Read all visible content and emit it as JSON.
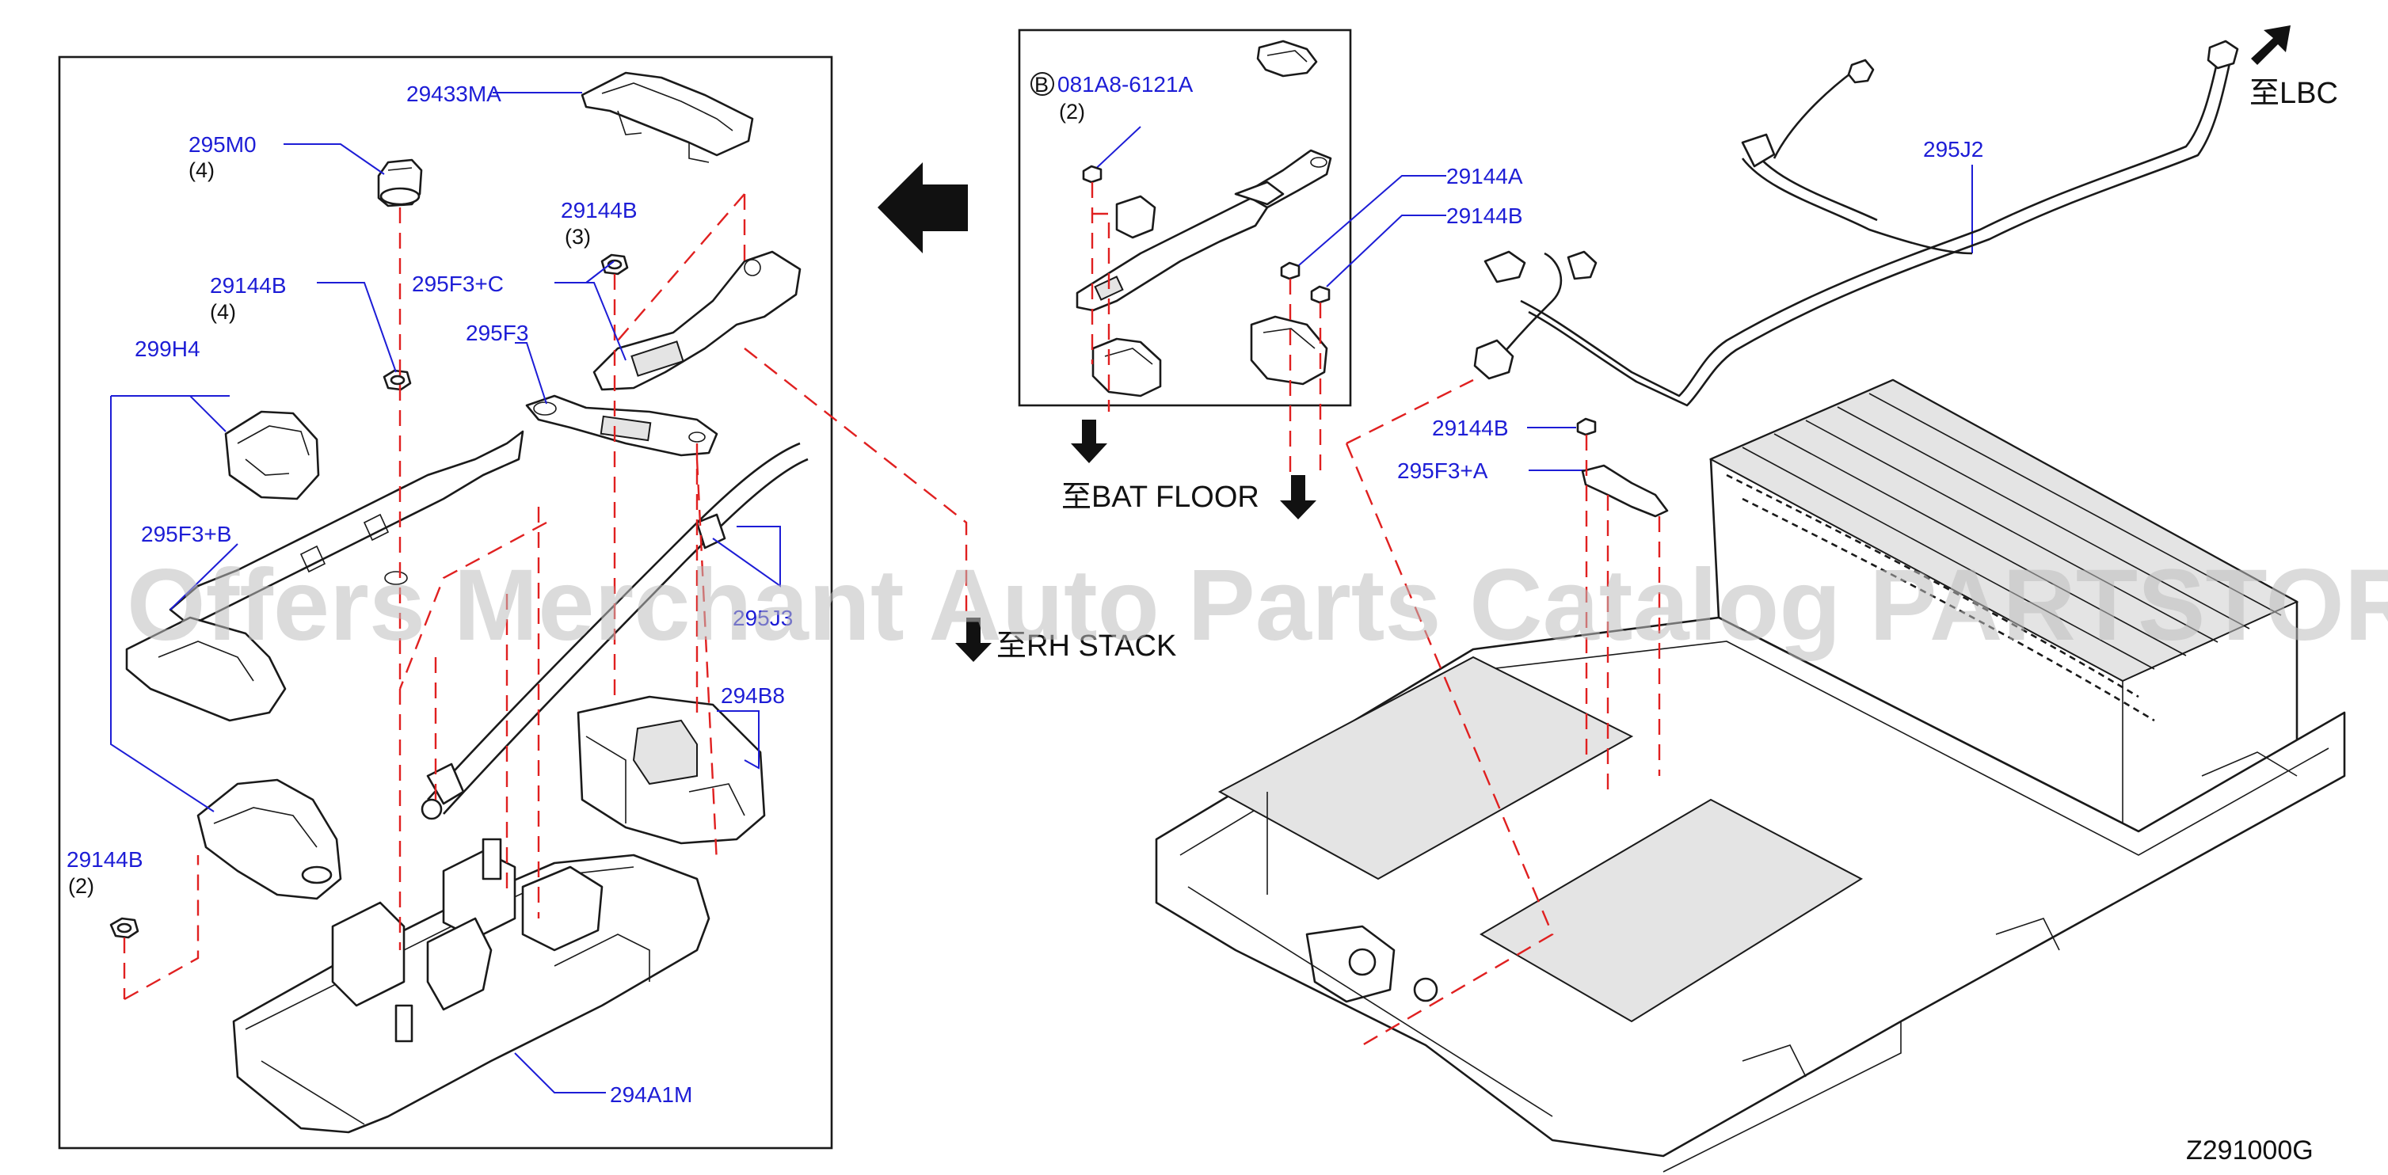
{
  "callouts": {
    "p29433MA": "29433MA",
    "p295M0": "295M0",
    "q295M0": "(4)",
    "p29144B_top": "29144B",
    "q29144B_top": "(3)",
    "p29144B_mid": "29144B",
    "q29144B_mid": "(4)",
    "p295F3C": "295F3+C",
    "p295F3": "295F3",
    "p299H4": "299H4",
    "p295F3B": "295F3+B",
    "p295J3": "295J3",
    "p294B8": "294B8",
    "p29144B_bot": "29144B",
    "q29144B_bot": "(2)",
    "p294A1M": "294A1M",
    "ref_B_letter": "B",
    "ref_B_part": "081A8-6121A",
    "ref_B_qty": "(2)",
    "p29144A": "29144A",
    "p29144B_inset": "29144B",
    "p295J2": "295J2",
    "p29144B_right": "29144B",
    "p295F3A": "295F3+A"
  },
  "notes": {
    "to_lbc": "至LBC",
    "to_bat_floor": "至BAT  FLOOR",
    "to_rh_stack": "至RH  STACK"
  },
  "diagram_code": "Z291000G",
  "watermark": "Offers Merchant Auto Parts Catalog PARTSTORE.SA",
  "colors": {
    "callout": "#1d1dd6",
    "dashed_guide": "#e02020",
    "line_art": "#1a1a1a"
  }
}
